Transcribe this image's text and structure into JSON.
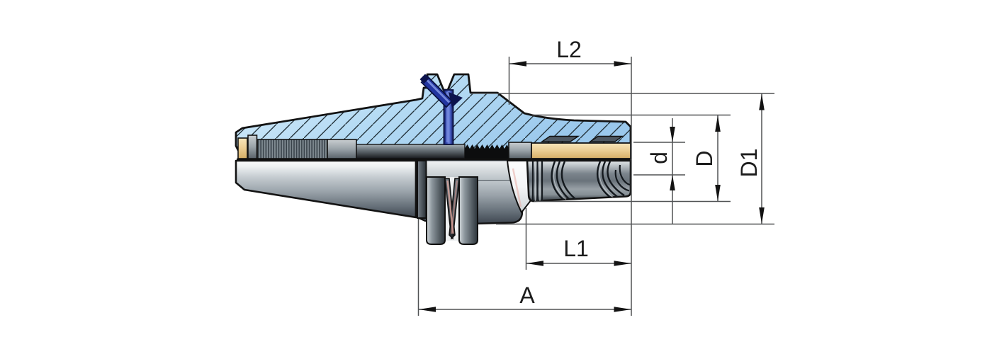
{
  "drawing": {
    "kind": "technical-section-drawing",
    "dimensions": {
      "l2": {
        "label": "L2"
      },
      "d": {
        "label": "d"
      },
      "D": {
        "label": "D"
      },
      "D1": {
        "label": "D1"
      },
      "l1": {
        "label": "L1"
      },
      "a": {
        "label": "A"
      }
    },
    "colors": {
      "background": "#ffffff",
      "section_hatch_blue": "#a7d2f0",
      "coolant_channel_blue": "#2234a0",
      "coolant_channel_dark": "#0c134d",
      "tool_shank_tan": "#ecd09c",
      "steel_gray": "#8b949b",
      "thread_black": "#0c0d0e",
      "outline_black": "#141414",
      "dimension_line_gray": "#505254",
      "dimension_text": "#1c1c1c"
    }
  }
}
